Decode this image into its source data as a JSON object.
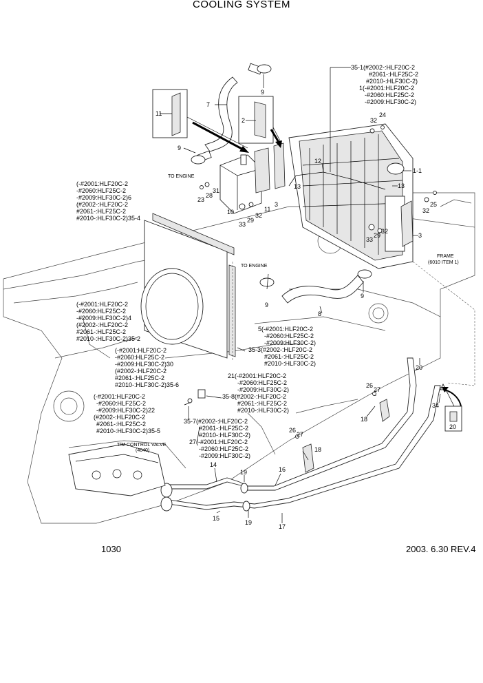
{
  "header": {
    "title": "COOLING SYSTEM"
  },
  "footer": {
    "page_number": "1030",
    "revision": "2003. 6.30 REV.4"
  },
  "notes": {
    "to_engine_1": "TO ENGINE",
    "to_engine_2": "TO ENGINE",
    "frame": "FRAME",
    "frame_item": "(6010 ITEM 1)",
    "tm_valve": "T/M CONTROL VALVE",
    "tm_valve_ref": "(4040)"
  },
  "callouts": {
    "c9a": "9",
    "c7": "7",
    "c11a": "11",
    "c2": "2",
    "c9b": "9",
    "c12": "12",
    "c1_1": "1-1",
    "c13a": "13",
    "c13b": "13",
    "c31": "31",
    "c28": "28",
    "c23": "23",
    "c10": "10",
    "c11b": "11",
    "c3a": "3",
    "c33a": "33",
    "c29a": "29",
    "c32a": "32",
    "c32b": "32",
    "c24": "24",
    "c25": "25",
    "c32c": "32",
    "c32d": "32",
    "c29b": "29",
    "c33b": "33",
    "c3b": "3",
    "c9c": "9",
    "c9d": "9",
    "c8": "8",
    "c20a": "20",
    "c34": "34",
    "c20b": "20",
    "c26a": "26",
    "c27a": "27",
    "c18a": "18",
    "c26b": "26",
    "c27b": "27",
    "c18b": "18",
    "c14": "14",
    "c19a": "19",
    "c16": "16",
    "c15": "15",
    "c19b": "19",
    "c17": "17"
  },
  "label_blocks": {
    "b35_1": [
      "35-1(#2002-:HLF20C-2",
      "#2061-:HLF25C-2",
      "#2010-:HLF30C-2)",
      "1(-#2001:HLF20C-2",
      "-#2060:HLF25C-2",
      "-#2009:HLF30C-2)"
    ],
    "b6": [
      "(-#2001:HLF20C-2",
      "-#2060:HLF25C-2",
      "-#2009:HLF30C-2)6",
      "(#2002-:HLF20C-2",
      "#2061-:HLF25C-2",
      "#2010-:HLF30C-2)35-4"
    ],
    "b4": [
      "(-#2001:HLF20C-2",
      "-#2060:HLF25C-2",
      "-#2009:HLF30C-2)4",
      "(#2002-:HLF20C-2",
      "#2061-:HLF25C-2",
      "#2010-:HLF30C-2)35-2"
    ],
    "b5": [
      "5(-#2001:HLF20C-2",
      "-#2060:HLF25C-2",
      "-#2009:HLF30C-2)",
      "35-3(#2002-:HLF20C-2",
      "#2061-:HLF25C-2",
      "#2010-:HLF30C-2)"
    ],
    "b30": [
      "(-#2001:HLF20C-2",
      "-#2060:HLF25C-2",
      "-#2009:HLF30C-2)30",
      "(#2002-:HLF20C-2",
      "#2061-:HLF25C-2",
      "#2010-:HLF30C-2)35-6"
    ],
    "b21": [
      "21(-#2001:HLF20C-2",
      "-#2060:HLF25C-2",
      "-#2009:HLF30C-2)",
      "35-8(#2002-:HLF20C-2",
      "#2061-:HLF25C-2",
      "#2010-:HLF30C-2)"
    ],
    "b22": [
      "(-#2001:HLF20C-2",
      "-#2060:HLF25C-2",
      "-#2009:HLF30C-2)22",
      "(#2002-:HLF20C-2",
      "#2061-:HLF25C-2",
      "#2010-:HLF30C-2)35-5"
    ],
    "b35_7": [
      "35-7(#2002-:HLF20C-2",
      "#2061-:HLF25C-2",
      "#2010-:HLF30C-2)",
      "27(-#2001:HLF20C-2",
      "-#2060:HLF25C-2",
      "-#2009:HLF30C-2)"
    ]
  }
}
